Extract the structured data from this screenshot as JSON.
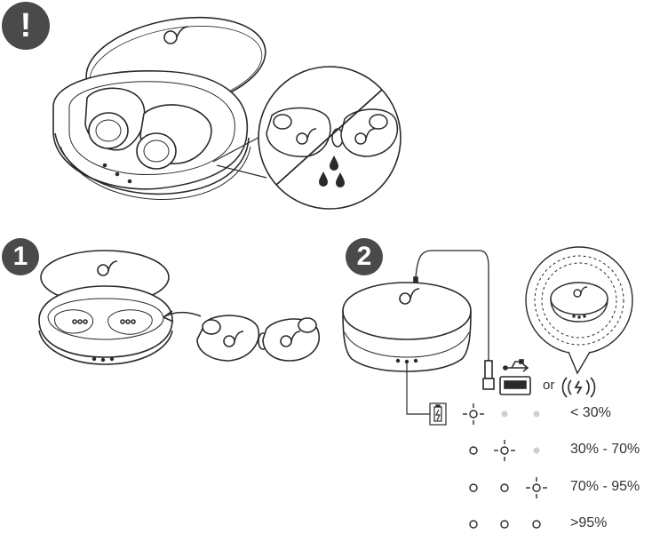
{
  "badges": {
    "warning": "!",
    "step1": "1",
    "step2": "2"
  },
  "connector": {
    "or": "or"
  },
  "charge_levels": [
    {
      "label": "< 30%",
      "leds": [
        "blink",
        "dim",
        "dim"
      ]
    },
    {
      "label": "30% - 70%",
      "leds": [
        "on",
        "blink",
        "dim"
      ]
    },
    {
      "label": "70% - 95%",
      "leds": [
        "on",
        "on",
        "blink"
      ]
    },
    {
      "label": ">95%",
      "leds": [
        "on",
        "on",
        "on"
      ]
    }
  ],
  "icons": [
    "usb-icon",
    "wireless-charging-icon",
    "battery-charging-icon",
    "brand-logo-icon",
    "water-drop-icon"
  ],
  "colors": {
    "line": "#2a2a2a",
    "badge": "#4a4a4a",
    "dim_led": "#cfcfcf"
  }
}
